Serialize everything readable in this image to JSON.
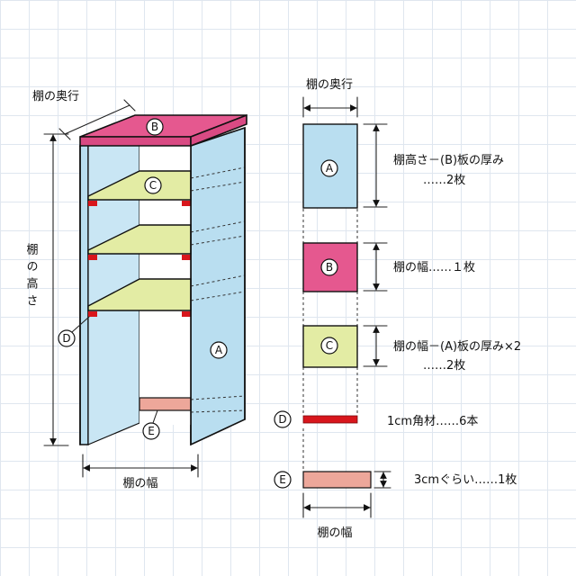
{
  "left_drawing": {
    "depth_label": "棚の奥行",
    "height_label": "棚の高さ",
    "width_label": "棚の幅",
    "part_letters": {
      "A": "A",
      "B": "B",
      "C": "C",
      "D": "D",
      "E": "E"
    }
  },
  "parts_list": {
    "depth_label": "棚の奥行",
    "bottom_width_label": "棚の幅",
    "items": [
      {
        "letter": "A",
        "line1": "棚高さ－(B)板の厚み",
        "line2": "……2枚",
        "color": "#b9def0"
      },
      {
        "letter": "B",
        "line1": "棚の幅……１枚",
        "color": "#e5588f"
      },
      {
        "letter": "C",
        "line1": "棚の幅－(A)板の厚み×2",
        "line2": "……2枚",
        "color": "#e3eca4"
      },
      {
        "letter": "D",
        "line1": "1cm角材……6本",
        "color": "#d8161c"
      },
      {
        "letter": "E",
        "line1": "3cmぐらい……1枚",
        "color": "#eda79a"
      }
    ]
  }
}
